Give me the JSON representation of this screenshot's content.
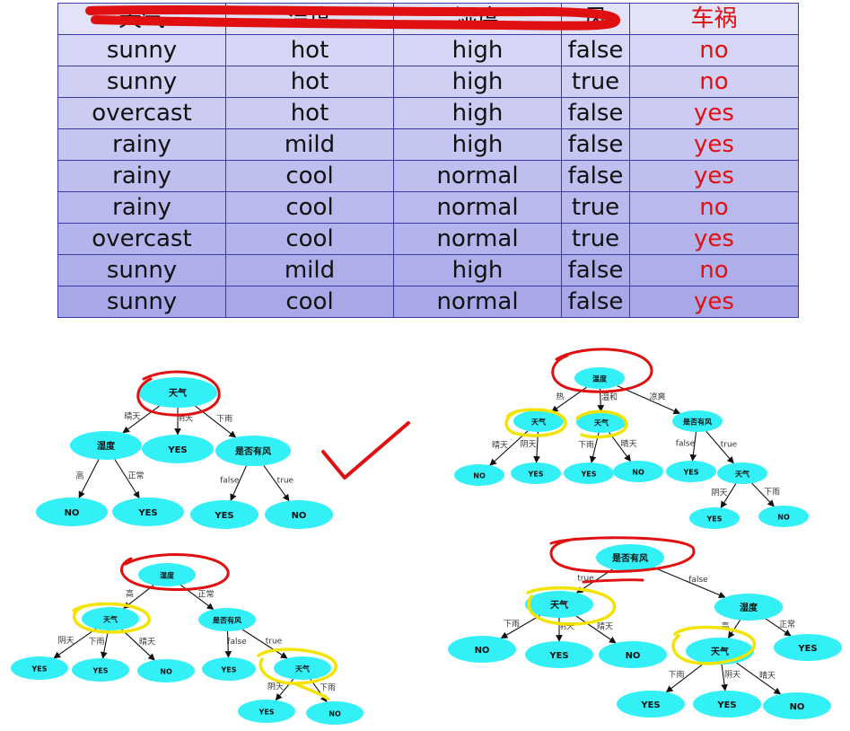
{
  "table": {
    "headers": [
      "天气",
      "温度",
      "湿度",
      "风",
      "车祸"
    ],
    "rows": [
      [
        "sunny",
        "hot",
        "high",
        "false",
        "no"
      ],
      [
        "sunny",
        "hot",
        "high",
        "true",
        "no"
      ],
      [
        "overcast",
        "hot",
        "high",
        "false",
        "yes"
      ],
      [
        "rainy",
        "mild",
        "high",
        "false",
        "yes"
      ],
      [
        "rainy",
        "cool",
        "normal",
        "false",
        "yes"
      ],
      [
        "rainy",
        "cool",
        "normal",
        "true",
        "no"
      ],
      [
        "overcast",
        "cool",
        "normal",
        "true",
        "yes"
      ],
      [
        "sunny",
        "mild",
        "high",
        "false",
        "no"
      ],
      [
        "sunny",
        "cool",
        "normal",
        "false",
        "yes"
      ]
    ],
    "label_color": "#e01010",
    "header_strike_color": "#e01010"
  },
  "colors": {
    "node_fill": "#33f0f7",
    "edge": "#111111",
    "annotation_red": "#e01010",
    "annotation_yellow": "#f2e400",
    "checkmark": "#e01010"
  },
  "trees": [
    {
      "id": "tree-weather",
      "nodes": [
        {
          "id": "w0",
          "text": "天气"
        },
        {
          "id": "w1",
          "text": "湿度"
        },
        {
          "id": "w2",
          "text": "YES"
        },
        {
          "id": "w3",
          "text": "是否有风"
        },
        {
          "id": "w4",
          "text": "NO"
        },
        {
          "id": "w5",
          "text": "YES"
        },
        {
          "id": "w6",
          "text": "YES"
        },
        {
          "id": "w7",
          "text": "NO"
        }
      ],
      "edges": [
        {
          "from": "w0",
          "to": "w1",
          "label": "晴天"
        },
        {
          "from": "w0",
          "to": "w2",
          "label": "阴天"
        },
        {
          "from": "w0",
          "to": "w3",
          "label": "下雨"
        },
        {
          "from": "w1",
          "to": "w4",
          "label": "高"
        },
        {
          "from": "w1",
          "to": "w5",
          "label": "正常"
        },
        {
          "from": "w3",
          "to": "w6",
          "label": "false"
        },
        {
          "from": "w3",
          "to": "w7",
          "label": "true"
        }
      ]
    },
    {
      "id": "tree-temperature",
      "nodes": [
        {
          "id": "t0",
          "text": "温度"
        },
        {
          "id": "t1",
          "text": "天气"
        },
        {
          "id": "t2",
          "text": "天气"
        },
        {
          "id": "t3",
          "text": "是否有风"
        },
        {
          "id": "t4",
          "text": "NO"
        },
        {
          "id": "t5",
          "text": "YES"
        },
        {
          "id": "t6",
          "text": "YES"
        },
        {
          "id": "t7",
          "text": "NO"
        },
        {
          "id": "t8",
          "text": "YES"
        },
        {
          "id": "t9",
          "text": "天气"
        },
        {
          "id": "t10",
          "text": "YES"
        },
        {
          "id": "t11",
          "text": "NO"
        }
      ],
      "edges": [
        {
          "from": "t0",
          "to": "t1",
          "label": "热"
        },
        {
          "from": "t0",
          "to": "t2",
          "label": "温和"
        },
        {
          "from": "t0",
          "to": "t3",
          "label": "凉爽"
        },
        {
          "from": "t1",
          "to": "t4",
          "label": "晴天"
        },
        {
          "from": "t1",
          "to": "t5",
          "label": "阴天"
        },
        {
          "from": "t2",
          "to": "t6",
          "label": "下雨"
        },
        {
          "from": "t2",
          "to": "t7",
          "label": "晴天"
        },
        {
          "from": "t3",
          "to": "t8",
          "label": "false"
        },
        {
          "from": "t3",
          "to": "t9",
          "label": "true"
        },
        {
          "from": "t9",
          "to": "t10",
          "label": "阴天"
        },
        {
          "from": "t9",
          "to": "t11",
          "label": "下雨"
        }
      ]
    },
    {
      "id": "tree-humidity",
      "nodes": [
        {
          "id": "h0",
          "text": "湿度"
        },
        {
          "id": "h1",
          "text": "天气"
        },
        {
          "id": "h2",
          "text": "是否有风"
        },
        {
          "id": "h3",
          "text": "YES"
        },
        {
          "id": "h4",
          "text": "YES"
        },
        {
          "id": "h5",
          "text": "NO"
        },
        {
          "id": "h6",
          "text": "YES"
        },
        {
          "id": "h7",
          "text": "天气"
        },
        {
          "id": "h8",
          "text": "YES"
        },
        {
          "id": "h9",
          "text": "NO"
        }
      ],
      "edges": [
        {
          "from": "h0",
          "to": "h1",
          "label": "高"
        },
        {
          "from": "h0",
          "to": "h2",
          "label": "正常"
        },
        {
          "from": "h1",
          "to": "h3",
          "label": "阴天"
        },
        {
          "from": "h1",
          "to": "h4",
          "label": "下雨"
        },
        {
          "from": "h1",
          "to": "h5",
          "label": "晴天"
        },
        {
          "from": "h2",
          "to": "h6",
          "label": "false"
        },
        {
          "from": "h2",
          "to": "h7",
          "label": "true"
        },
        {
          "from": "h7",
          "to": "h8",
          "label": "阴天"
        },
        {
          "from": "h7",
          "to": "h9",
          "label": "下雨"
        }
      ]
    },
    {
      "id": "tree-wind",
      "nodes": [
        {
          "id": "f0",
          "text": "是否有风"
        },
        {
          "id": "f1",
          "text": "天气"
        },
        {
          "id": "f2",
          "text": "湿度"
        },
        {
          "id": "f3",
          "text": "NO"
        },
        {
          "id": "f4",
          "text": "YES"
        },
        {
          "id": "f5",
          "text": "NO"
        },
        {
          "id": "f6",
          "text": "天气"
        },
        {
          "id": "f7",
          "text": "YES"
        },
        {
          "id": "f8",
          "text": "YES"
        },
        {
          "id": "f9",
          "text": "YES"
        },
        {
          "id": "f10",
          "text": "NO"
        }
      ],
      "edges": [
        {
          "from": "f0",
          "to": "f1",
          "label": "true"
        },
        {
          "from": "f0",
          "to": "f2",
          "label": "false"
        },
        {
          "from": "f1",
          "to": "f3",
          "label": "下雨"
        },
        {
          "from": "f1",
          "to": "f4",
          "label": "阴天"
        },
        {
          "from": "f1",
          "to": "f5",
          "label": "晴天"
        },
        {
          "from": "f2",
          "to": "f6",
          "label": "高"
        },
        {
          "from": "f2",
          "to": "f7",
          "label": "正常"
        },
        {
          "from": "f6",
          "to": "f8",
          "label": "下雨"
        },
        {
          "from": "f6",
          "to": "f9",
          "label": "阴天"
        },
        {
          "from": "f6",
          "to": "f10",
          "label": "晴天"
        }
      ]
    }
  ]
}
